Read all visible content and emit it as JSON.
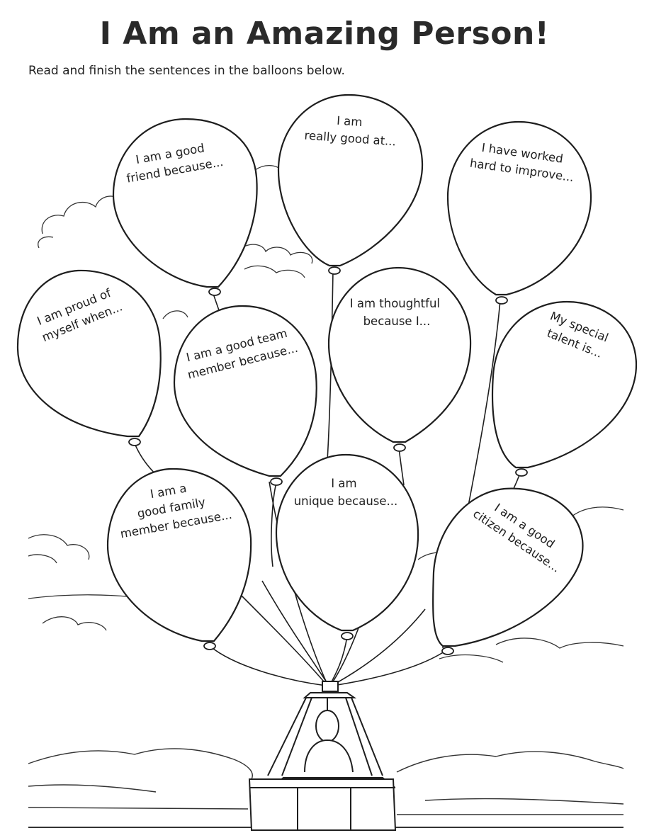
{
  "page": {
    "title": "I Am an Amazing Person!",
    "instructions": "Read and finish the sentences in the balloons below."
  },
  "balloons": {
    "good_friend": {
      "line1": "I am a good",
      "line2": "friend because..."
    },
    "really_good": {
      "line1": "I am",
      "line2": "really good at..."
    },
    "worked_hard": {
      "line1": "I have worked",
      "line2": "hard to improve..."
    },
    "proud": {
      "line1": "I am proud of",
      "line2": "myself when..."
    },
    "team_member": {
      "line1": "I am a good team",
      "line2": "member because..."
    },
    "thoughtful": {
      "line1": "I am thoughtful",
      "line2": "because I..."
    },
    "talent": {
      "line1": "My special",
      "line2": "talent is..."
    },
    "family_member": {
      "line1": "I am a",
      "line2": "good family",
      "line3": "member because..."
    },
    "unique": {
      "line1": "I am",
      "line2": "unique because..."
    },
    "citizen": {
      "line1": "I am a good",
      "line2": "citizen because..."
    }
  },
  "colors": {
    "ink": "#1e1e1e",
    "paper": "#ffffff"
  }
}
